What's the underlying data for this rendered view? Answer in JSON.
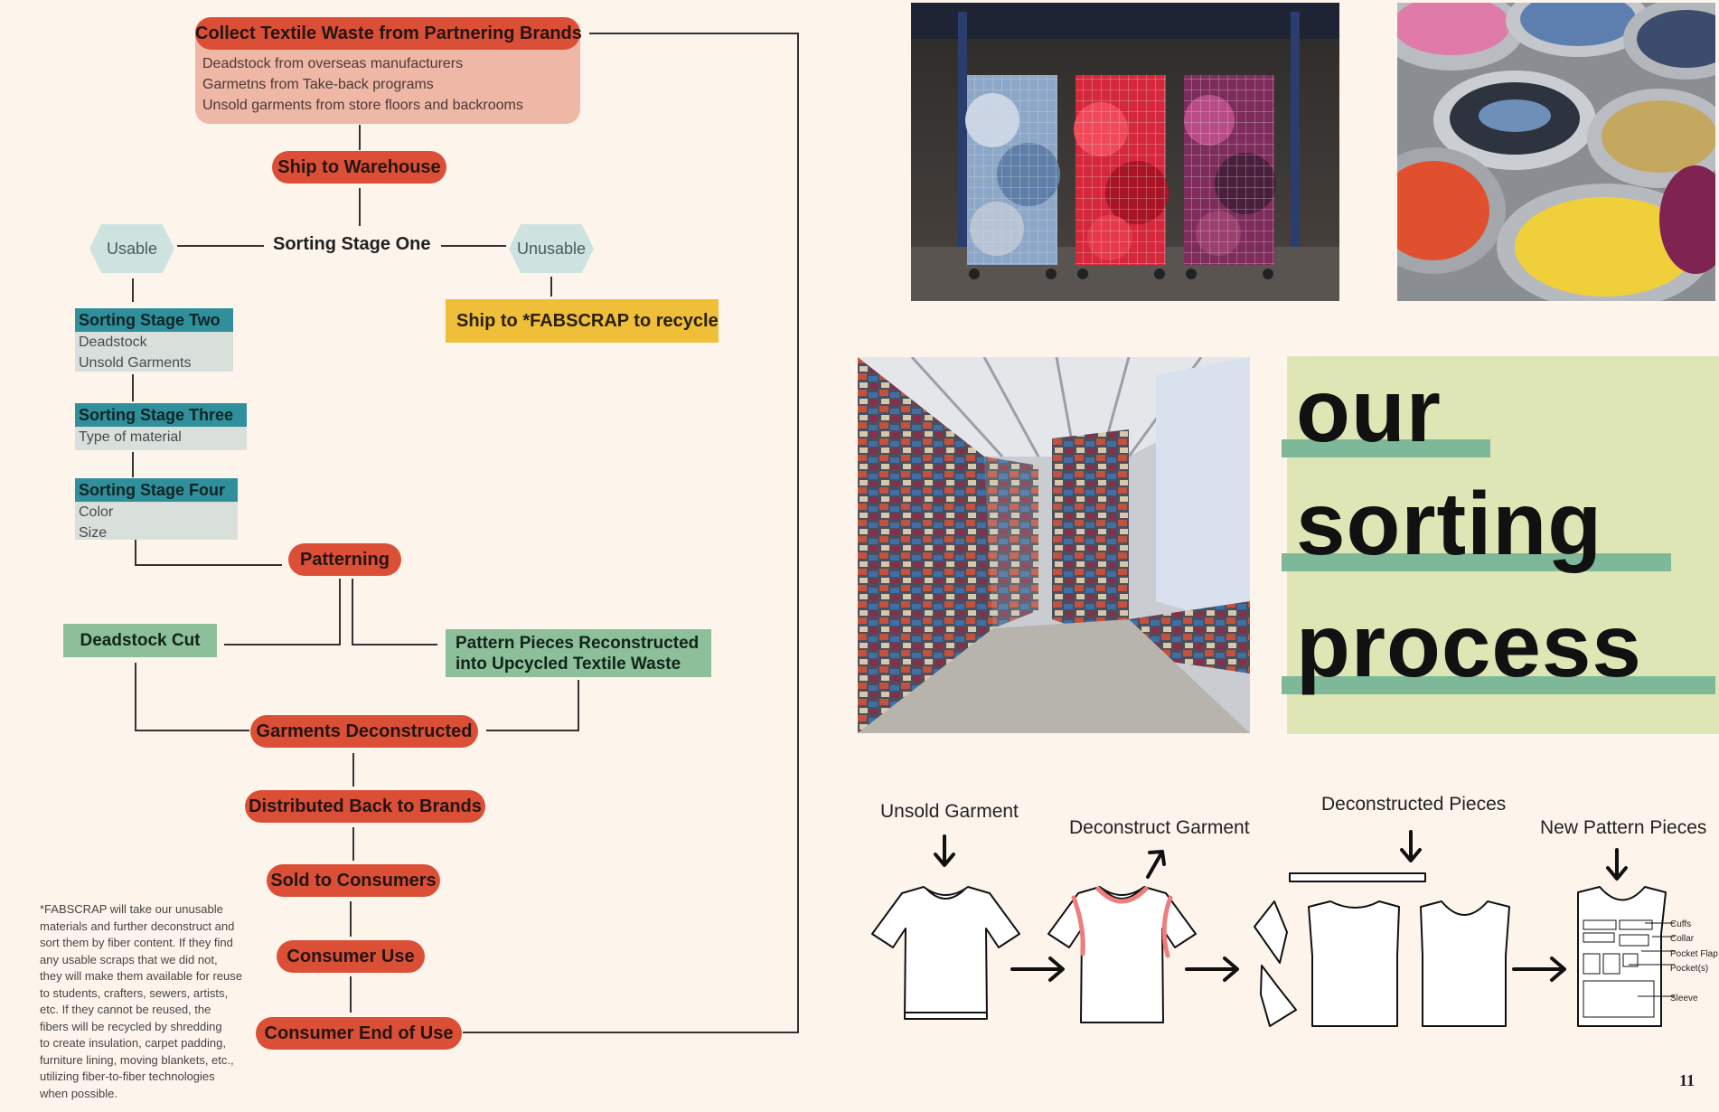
{
  "flow": {
    "collect": {
      "title": "Collect Textile Waste from Partnering Brands",
      "lines": [
        "Deadstock from overseas manufacturers",
        "Garmetns from Take-back programs",
        "Unsold garments from store floors and backrooms"
      ]
    },
    "ship_warehouse": "Ship to Warehouse",
    "sorting_one": "Sorting Stage One",
    "usable": "Usable",
    "unusable": "Unusable",
    "fabscrap": "Ship to *FABSCRAP to recycle",
    "stage_two": {
      "title": "Sorting Stage Two",
      "lines": [
        "Deadstock",
        "Unsold Garments"
      ]
    },
    "stage_three": {
      "title": "Sorting Stage Three",
      "lines": [
        "Type of material"
      ]
    },
    "stage_four": {
      "title": "Sorting Stage Four",
      "lines": [
        "Color",
        "Size"
      ]
    },
    "patterning": "Patterning",
    "deadstock_cut": "Deadstock Cut",
    "pattern_pieces": [
      "Pattern Pieces Reconstructed",
      "into Upcycled Textile Waste"
    ],
    "deconstructed": "Garments Deconstructed",
    "distributed": "Distributed Back to Brands",
    "sold": "Sold to Consumers",
    "consumer_use": "Consumer Use",
    "end_of_use": "Consumer End of Use"
  },
  "footnote": [
    "*FABSCRAP will take our unusable",
    "materials and further deconstruct and",
    "sort them by fiber content. If they find",
    "any usable scraps that we did not,",
    "they will make them available for reuse",
    "to students, crafters, sewers, artists,",
    "etc. If they cannot be reused, the",
    "fibers will be recycled by shredding",
    "to create insulation, carpet padding,",
    "furniture lining, moving blankets, etc.,",
    "utilizing fiber-to-fiber technologies",
    "when possible."
  ],
  "title": {
    "words": [
      "our",
      "sorting",
      "process"
    ],
    "accent": "#7eb899",
    "panel": "#dfe6b6"
  },
  "steps": {
    "unsold": "Unsold Garment",
    "deconstruct": "Deconstruct Garment",
    "pieces": "Deconstructed Pieces",
    "new_pattern": "New Pattern Pieces",
    "pattern_labels": [
      "Cuffs",
      "Collar",
      "Pocket Flap",
      "Pocket(s)",
      "Sleeve"
    ]
  },
  "page_number": "11",
  "colors": {
    "red": "#dc4f37",
    "teal": "#2f8f9a",
    "yellow": "#efbf3a",
    "green": "#8dbf9b",
    "background": "#fdf5ec"
  }
}
